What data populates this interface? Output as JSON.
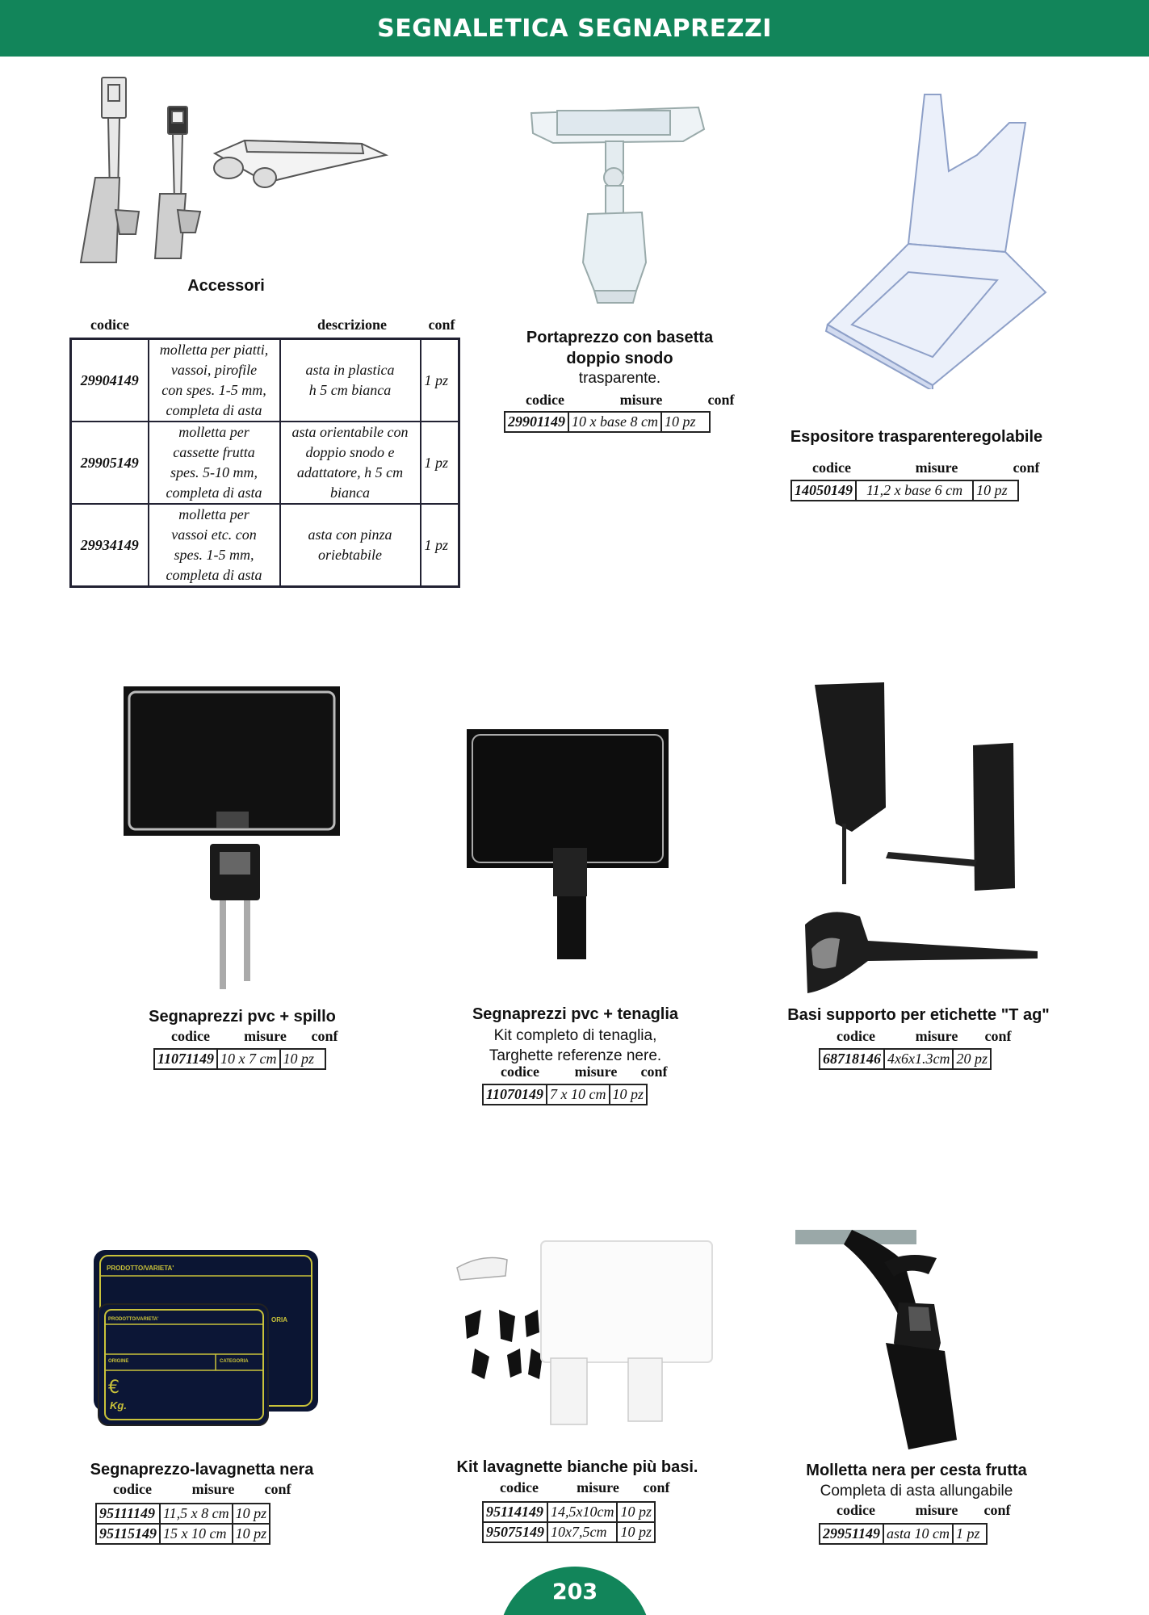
{
  "header": {
    "title": "SEGNALETICA SEGNAPREZZI"
  },
  "page_number": "203",
  "accessori": {
    "title": "Accessori",
    "headers": {
      "codice": "codice",
      "descrizione": "descrizione",
      "conf": "conf"
    },
    "rows": [
      {
        "codice": "29904149",
        "m": [
          "molletta per piatti,",
          "vassoi, pirofile",
          "con spes. 1-5 mm,",
          "completa di asta"
        ],
        "d": [
          "asta in plastica",
          "h 5 cm bianca"
        ],
        "conf": "1 pz"
      },
      {
        "codice": "29905149",
        "m": [
          "molletta per",
          "cassette frutta",
          "spes. 5-10 mm,",
          "completa di asta"
        ],
        "d": [
          "asta orientabile con",
          "doppio snodo e",
          "adattatore, h 5 cm",
          "bianca"
        ],
        "conf": "1 pz"
      },
      {
        "codice": "29934149",
        "m": [
          "molletta per",
          "vassoi etc. con",
          "spes. 1-5 mm,",
          "completa di asta"
        ],
        "d": [
          "asta con pinza",
          "oriebtabile"
        ],
        "conf": "1 pz"
      }
    ]
  },
  "portaprezzo": {
    "title": [
      "Portaprezzo con basetta",
      "doppio snodo"
    ],
    "subtitle": [
      "trasparente."
    ],
    "headers": {
      "codice": "codice",
      "misure": "misure",
      "conf": "conf"
    },
    "rows": [
      {
        "codice": "29901149",
        "misure": "10 x base 8  cm",
        "conf": "10 pz"
      }
    ]
  },
  "espositore": {
    "title": [
      "Espositore trasparenteregolabile"
    ],
    "headers": {
      "codice": "codice",
      "misure": "misure",
      "conf": "conf"
    },
    "rows": [
      {
        "codice": "14050149",
        "misure": "11,2 x base 6  cm",
        "conf": "10 pz"
      }
    ]
  },
  "spillo": {
    "title": [
      "Segnaprezzi pvc + spillo"
    ],
    "headers": {
      "codice": "codice",
      "misure": "misure",
      "conf": "conf"
    },
    "rows": [
      {
        "codice": "11071149",
        "misure": "10 x 7 cm",
        "conf": "10 pz"
      }
    ]
  },
  "tenaglia": {
    "title": [
      "Segnaprezzi pvc + tenaglia"
    ],
    "subtitle": [
      "Kit completo di tenaglia,",
      "Targhette referenze nere."
    ],
    "headers": {
      "codice": "codice",
      "misure": "misure",
      "conf": "conf"
    },
    "rows": [
      {
        "codice": "11070149",
        "misure": "7 x 10 cm",
        "conf": "10 pz"
      }
    ]
  },
  "basi": {
    "title": [
      "Basi supporto per etichette \"T ag\""
    ],
    "headers": {
      "codice": "codice",
      "misure": "misure",
      "conf": "conf"
    },
    "rows": [
      {
        "codice": "68718146",
        "misure": "4x6x1.3cm",
        "conf": "20 pz"
      }
    ]
  },
  "lavagnetta": {
    "title": [
      "Segnaprezzo-lavagnetta nera"
    ],
    "headers": {
      "codice": "codice",
      "misure": "misure",
      "conf": "conf"
    },
    "rows": [
      {
        "codice": "95111149",
        "misure": "11,5 x 8 cm",
        "conf": "10 pz"
      },
      {
        "codice": "95115149",
        "misure": "15 x 10 cm",
        "conf": "10 pz"
      }
    ],
    "image_text": {
      "prodotto": "PRODOTTO/VARIETA'",
      "origine": "ORIGINE",
      "categoria": "CATEGORIA",
      "oria": "ORIA",
      "euro": "€",
      "kg": "Kg."
    }
  },
  "kit": {
    "title": [
      "Kit lavagnette bianche più basi."
    ],
    "headers": {
      "codice": "codice",
      "misure": "misure",
      "conf": "conf"
    },
    "rows": [
      {
        "codice": "95114149",
        "misure": "14,5x10cm",
        "conf": "10 pz"
      },
      {
        "codice": "95075149",
        "misure": "10x7,5cm",
        "conf": "10 pz"
      }
    ]
  },
  "molletta": {
    "title": [
      "Molletta nera per cesta frutta"
    ],
    "subtitle": [
      "Completa di asta allungabile"
    ],
    "headers": {
      "codice": "codice",
      "misure": "misure",
      "conf": "conf"
    },
    "rows": [
      {
        "codice": "29951149",
        "misure": "asta 10 cm",
        "conf": "1 pz"
      }
    ]
  }
}
